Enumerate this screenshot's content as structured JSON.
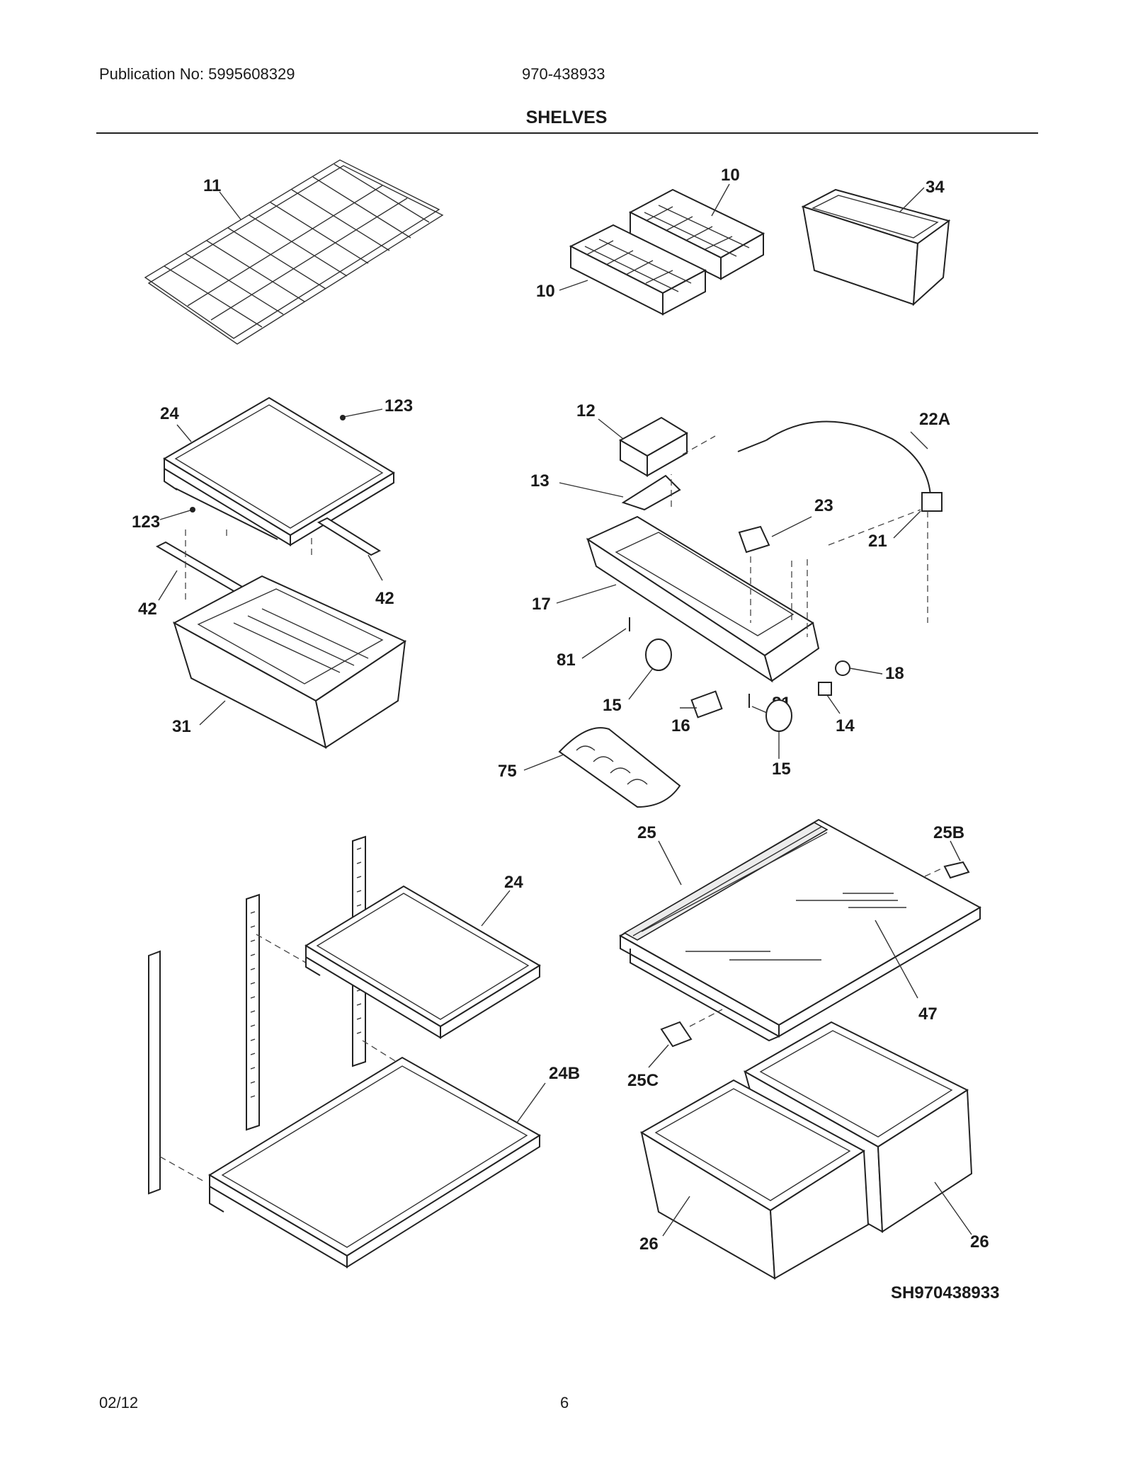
{
  "header": {
    "publication": "Publication No: 5995608329",
    "model": "970-438933",
    "title": "SHELVES"
  },
  "diagram": {
    "code": "SH970438933",
    "callouts": {
      "c11": "11",
      "c10a": "10",
      "c10b": "10",
      "c34": "34",
      "c24a": "24",
      "c123a": "123",
      "c123b": "123",
      "c42a": "42",
      "c42b": "42",
      "c31": "31",
      "c12": "12",
      "c22A": "22A",
      "c13": "13",
      "c23": "23",
      "c21": "21",
      "c17": "17",
      "c81a": "81",
      "c81b": "81",
      "c18": "18",
      "c15a": "15",
      "c15b": "15",
      "c16": "16",
      "c14": "14",
      "c75": "75",
      "c25": "25",
      "c25B": "25B",
      "c24b": "24",
      "c47": "47",
      "c25C": "25C",
      "c24B": "24B",
      "c26a": "26",
      "c26b": "26"
    }
  },
  "footer": {
    "date": "02/12",
    "page": "6"
  }
}
